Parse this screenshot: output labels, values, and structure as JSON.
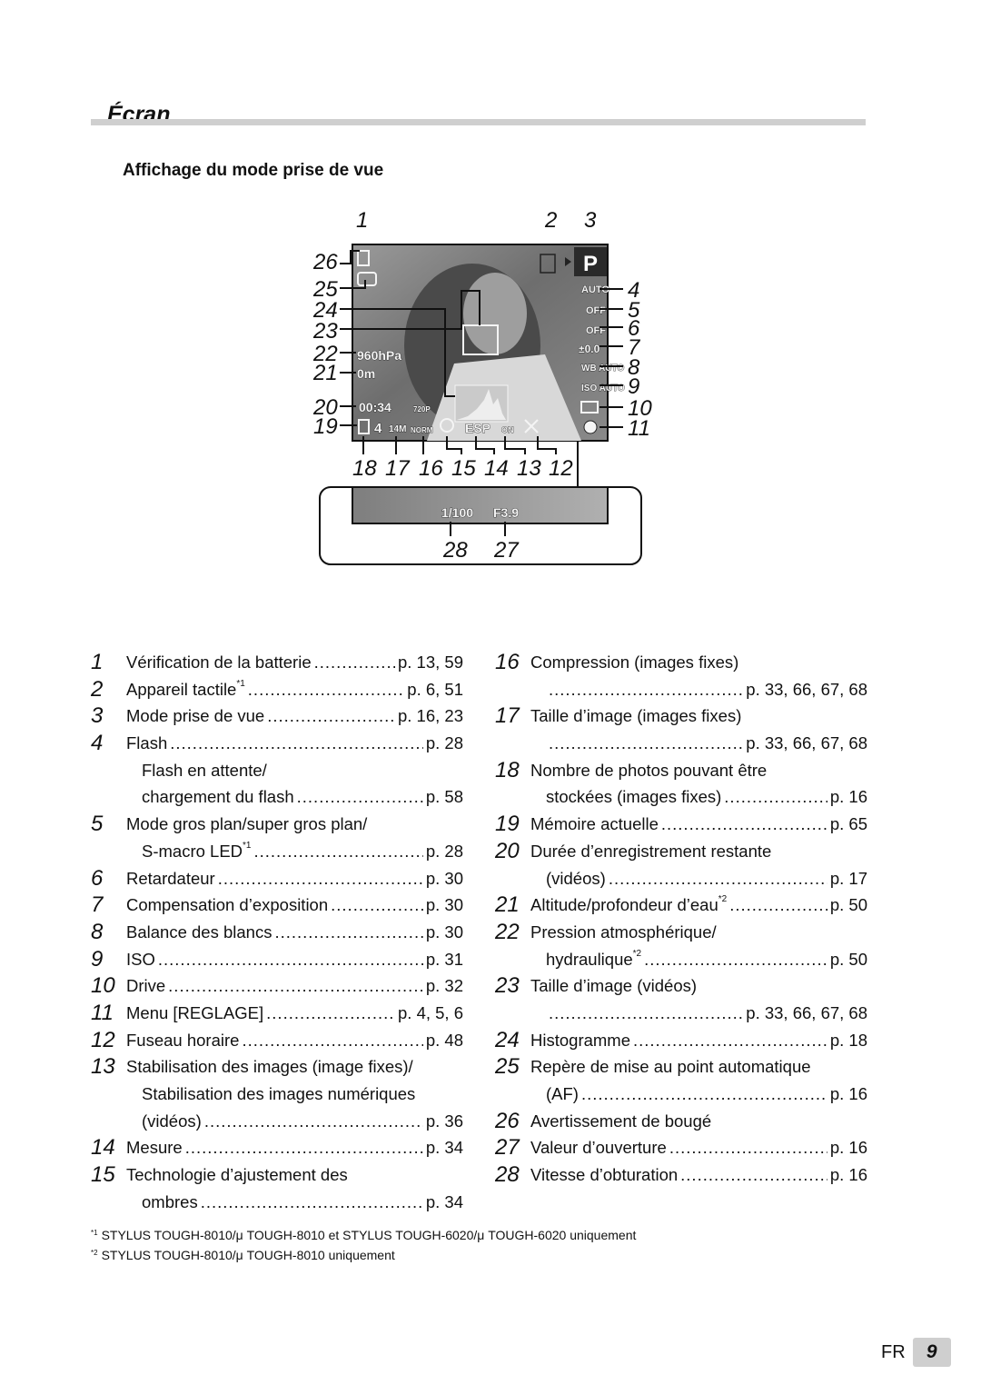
{
  "section_title": "Écran",
  "subtitle": "Affichage du mode prise de vue",
  "callouts": {
    "n1": "1",
    "n2": "2",
    "n3": "3",
    "n4": "4",
    "n5": "5",
    "n6": "6",
    "n7": "7",
    "n8": "8",
    "n9": "9",
    "n10": "10",
    "n11": "11",
    "n12": "12",
    "n13": "13",
    "n14": "14",
    "n15": "15",
    "n16": "16",
    "n17": "17",
    "n18": "18",
    "n19": "19",
    "n20": "20",
    "n21": "21",
    "n22": "22",
    "n23": "23",
    "n24": "24",
    "n25": "25",
    "n26": "26",
    "n27": "27",
    "n28": "28"
  },
  "screen": {
    "mode": "P",
    "pressure": "960hPa",
    "altitude": "0m",
    "video_time": "00:34",
    "video_size": "720P",
    "shots": "4",
    "image_size": "14M",
    "compression": "NORM",
    "metering": "ESP",
    "stabilization": "ON",
    "flash": "AUTO",
    "macro": "OFF",
    "selftimer": "OFF",
    "exposure": "±0.0",
    "wb": "WB AUTO",
    "iso": "ISO AUTO",
    "shutter": "1/100",
    "aperture": "F3.9"
  },
  "left_list": [
    {
      "num": "1",
      "lines": [
        {
          "text": "Vérification de la batterie",
          "page": "p. 13, 59"
        }
      ]
    },
    {
      "num": "2",
      "lines": [
        {
          "text": "Appareil tactile",
          "sup": "*1",
          "page": "p. 6, 51"
        }
      ]
    },
    {
      "num": "3",
      "lines": [
        {
          "text": "Mode prise de vue",
          "page": "p. 16, 23"
        }
      ]
    },
    {
      "num": "4",
      "lines": [
        {
          "text": "Flash",
          "page": "p. 28"
        },
        {
          "text": "Flash en attente/"
        },
        {
          "text": "chargement du flash",
          "page": "p. 58"
        }
      ]
    },
    {
      "num": "5",
      "lines": [
        {
          "text": "Mode gros plan/super gros plan/"
        },
        {
          "text": "S-macro LED",
          "sup": "*1",
          "page": "p. 28"
        }
      ]
    },
    {
      "num": "6",
      "lines": [
        {
          "text": "Retardateur",
          "page": "p. 30"
        }
      ]
    },
    {
      "num": "7",
      "lines": [
        {
          "text": "Compensation d’exposition",
          "page": "p. 30"
        }
      ]
    },
    {
      "num": "8",
      "lines": [
        {
          "text": "Balance des blancs",
          "page": "p. 30"
        }
      ]
    },
    {
      "num": "9",
      "lines": [
        {
          "text": "ISO",
          "page": "p. 31"
        }
      ]
    },
    {
      "num": "10",
      "lines": [
        {
          "text": "Drive",
          "page": "p. 32"
        }
      ]
    },
    {
      "num": "11",
      "lines": [
        {
          "text": "Menu [REGLAGE]",
          "page": "p. 4, 5, 6"
        }
      ]
    },
    {
      "num": "12",
      "lines": [
        {
          "text": "Fuseau horaire",
          "page": "p. 48"
        }
      ]
    },
    {
      "num": "13",
      "lines": [
        {
          "text": "Stabilisation des images (image fixes)/"
        },
        {
          "text": "Stabilisation des images numériques"
        },
        {
          "text": "(vidéos)",
          "page": "p. 36"
        }
      ]
    },
    {
      "num": "14",
      "lines": [
        {
          "text": "Mesure",
          "page": "p. 34"
        }
      ]
    },
    {
      "num": "15",
      "lines": [
        {
          "text": "Technologie d’ajustement des"
        },
        {
          "text": "ombres",
          "page": "p. 34"
        }
      ]
    }
  ],
  "right_list": [
    {
      "num": "16",
      "lines": [
        {
          "text": "Compression (images fixes)"
        },
        {
          "text": "",
          "page": "p. 33, 66, 67, 68"
        }
      ]
    },
    {
      "num": "17",
      "lines": [
        {
          "text": "Taille d’image (images fixes)"
        },
        {
          "text": "",
          "page": "p. 33, 66, 67, 68"
        }
      ]
    },
    {
      "num": "18",
      "lines": [
        {
          "text": "Nombre de photos pouvant être"
        },
        {
          "text": "stockées (images fixes)",
          "page": "p. 16"
        }
      ]
    },
    {
      "num": "19",
      "lines": [
        {
          "text": "Mémoire actuelle",
          "page": "p. 65"
        }
      ]
    },
    {
      "num": "20",
      "lines": [
        {
          "text": "Durée d’enregistrement restante"
        },
        {
          "text": "(vidéos)",
          "page": "p. 17"
        }
      ]
    },
    {
      "num": "21",
      "lines": [
        {
          "text": "Altitude/profondeur d’eau",
          "sup": "*2",
          "page": "p. 50"
        }
      ]
    },
    {
      "num": "22",
      "lines": [
        {
          "text": "Pression atmosphérique/"
        },
        {
          "text": "hydraulique",
          "sup": "*2",
          "page": "p. 50"
        }
      ]
    },
    {
      "num": "23",
      "lines": [
        {
          "text": "Taille d’image (vidéos)"
        },
        {
          "text": "",
          "page": "p. 33, 66, 67, 68"
        }
      ]
    },
    {
      "num": "24",
      "lines": [
        {
          "text": "Histogramme",
          "page": "p. 18"
        }
      ]
    },
    {
      "num": "25",
      "lines": [
        {
          "text": "Repère de mise au point automatique"
        },
        {
          "text": "(AF)",
          "page": "p. 16"
        }
      ]
    },
    {
      "num": "26",
      "lines": [
        {
          "text": "Avertissement de bougé"
        }
      ]
    },
    {
      "num": "27",
      "lines": [
        {
          "text": "Valeur d’ouverture",
          "page": "p. 16"
        }
      ]
    },
    {
      "num": "28",
      "lines": [
        {
          "text": "Vitesse d’obturation",
          "page": "p. 16"
        }
      ]
    }
  ],
  "footnotes": [
    {
      "mark": "*1",
      "text": "STYLUS TOUGH-8010/μ TOUGH-8010 et STYLUS TOUGH-6020/μ TOUGH-6020 uniquement"
    },
    {
      "mark": "*2",
      "text": "STYLUS TOUGH-8010/μ TOUGH-8010 uniquement"
    }
  ],
  "page": {
    "lang": "FR",
    "number": "9"
  }
}
